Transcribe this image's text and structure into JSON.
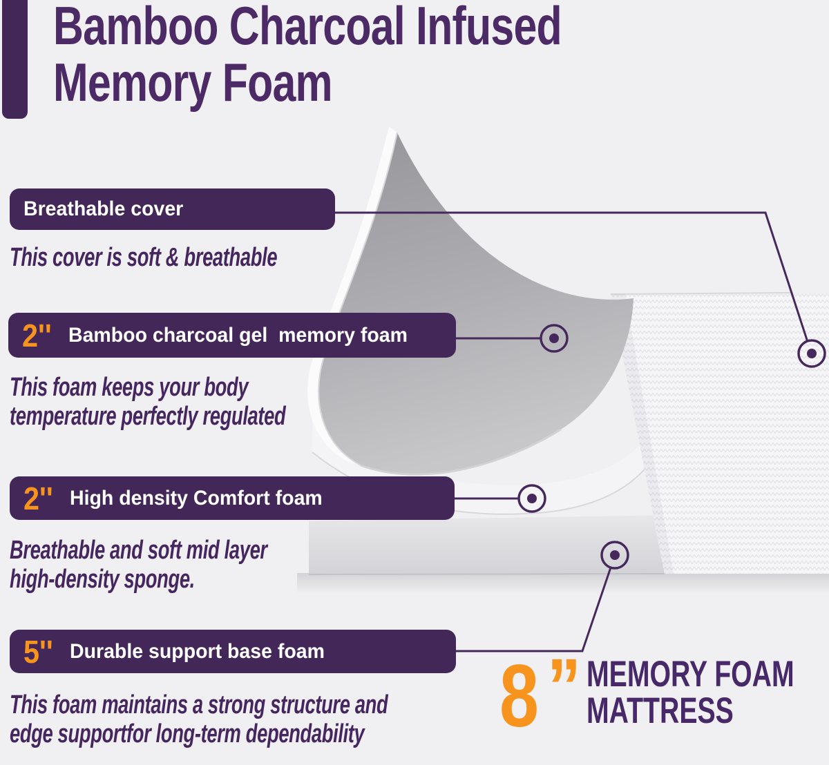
{
  "title": {
    "line1": "Bamboo Charcoal Infused",
    "line2": "Memory Foam"
  },
  "callouts": [
    {
      "size": "",
      "label": "Breathable cover",
      "desc1": "This cover is soft & breathable",
      "desc2": ""
    },
    {
      "size": "2''",
      "label": "Bamboo charcoal gel  memory foam",
      "desc1": "This foam keeps your body",
      "desc2": "temperature perfectly regulated"
    },
    {
      "size": "2''",
      "label": "High density Comfort foam",
      "desc1": "Breathable and soft mid layer",
      "desc2": "high-density sponge."
    },
    {
      "size": "5''",
      "label": "Durable support base foam",
      "desc1": "This foam maintains a strong structure and",
      "desc2": "edge supportfor long-term dependability"
    }
  ],
  "product": {
    "size": "8",
    "quote": "”",
    "label_line1": "MEMORY FOAM",
    "label_line2": "MATTRESS"
  },
  "colors": {
    "banner_purple": "#432759",
    "title_purple": "#4b2a66",
    "orange": "#f7941e",
    "background": "#f0eff1",
    "callout_line": "#46295c"
  }
}
